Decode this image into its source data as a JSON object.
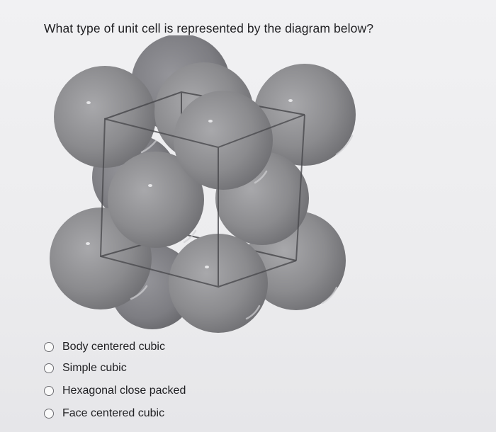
{
  "question": {
    "text": "What type of unit cell is represented by the diagram below?"
  },
  "diagram": {
    "description_icon": "unit-cell-spheres",
    "sphere_color": "#8a8a8d",
    "edge_color": "#4a4a4e"
  },
  "options": [
    {
      "label": "Body centered cubic",
      "selected": false
    },
    {
      "label": "Simple cubic",
      "selected": false
    },
    {
      "label": "Hexagonal close packed",
      "selected": false
    },
    {
      "label": "Face centered cubic",
      "selected": false
    }
  ]
}
